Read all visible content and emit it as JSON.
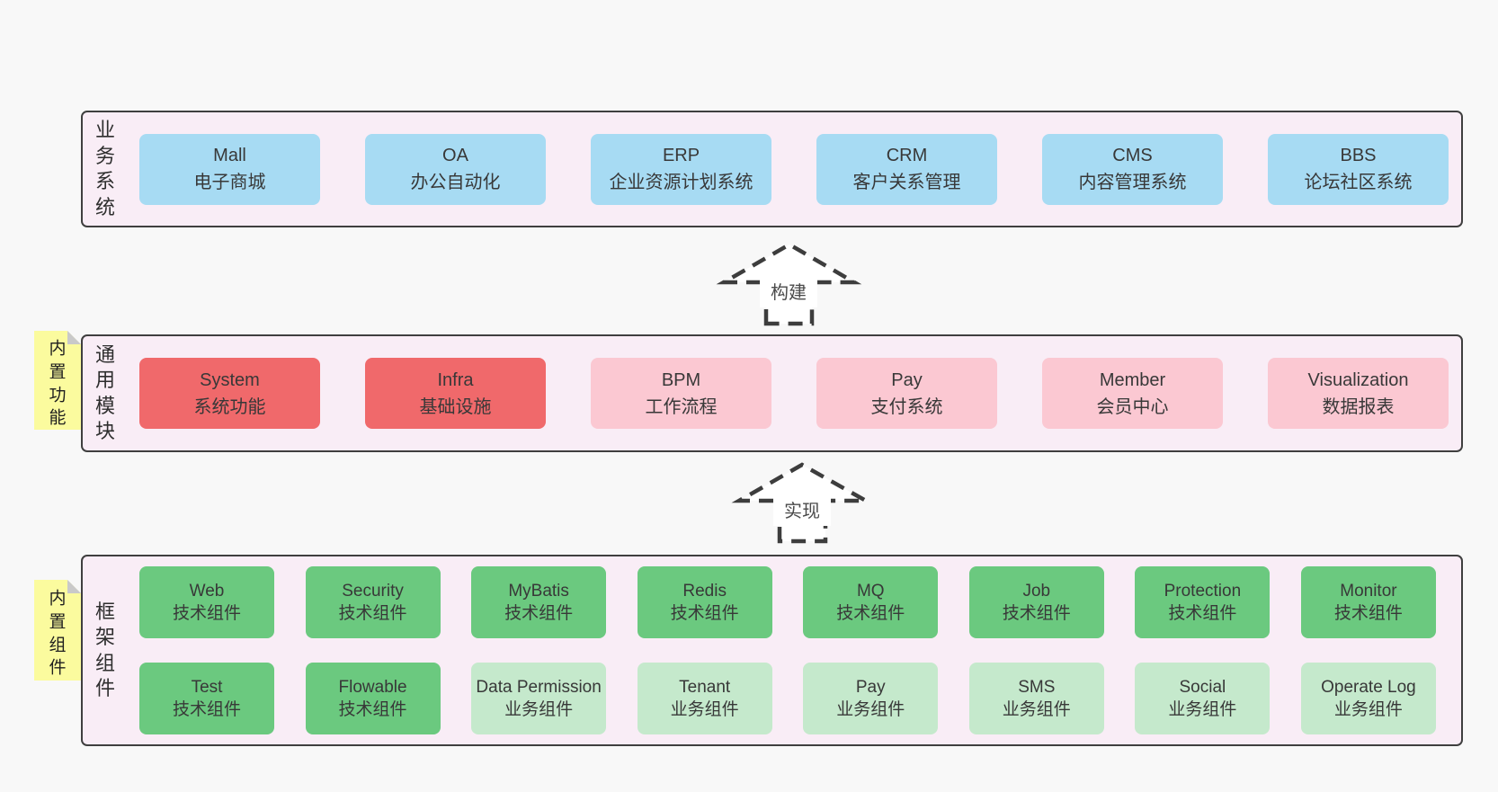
{
  "palette": {
    "page-bg": "#f8f8f8",
    "panel-bg": "#f9edf6",
    "panel-border": "#3f3f3f",
    "blue": "#a7dbf3",
    "red": "#f0696b",
    "pink": "#fbc8d2",
    "green": "#6bc97f",
    "lightgreen": "#c5e9cc",
    "sticky-bg": "#fbfb9e",
    "sticky-fold": "#c9c9c9",
    "text": "#383838",
    "arrow-stroke": "#3d3d3d"
  },
  "sections": [
    {
      "label": "业务系统",
      "rows": [
        [
          {
            "title": "Mall",
            "subtitle": "电子商城",
            "variant": "blue"
          },
          {
            "title": "OA",
            "subtitle": "办公自动化",
            "variant": "blue"
          },
          {
            "title": "ERP",
            "subtitle": "企业资源计划系统",
            "variant": "blue"
          },
          {
            "title": "CRM",
            "subtitle": "客户关系管理",
            "variant": "blue"
          },
          {
            "title": "CMS",
            "subtitle": "内容管理系统",
            "variant": "blue"
          },
          {
            "title": "BBS",
            "subtitle": "论坛社区系统",
            "variant": "blue"
          }
        ]
      ]
    },
    {
      "label": "通用模块",
      "sticky": "内置功能",
      "rows": [
        [
          {
            "title": "System",
            "subtitle": "系统功能",
            "variant": "red"
          },
          {
            "title": "Infra",
            "subtitle": "基础设施",
            "variant": "red"
          },
          {
            "title": "BPM",
            "subtitle": "工作流程",
            "variant": "pink"
          },
          {
            "title": "Pay",
            "subtitle": "支付系统",
            "variant": "pink"
          },
          {
            "title": "Member",
            "subtitle": "会员中心",
            "variant": "pink"
          },
          {
            "title": "Visualization",
            "subtitle": "数据报表",
            "variant": "pink"
          }
        ]
      ]
    },
    {
      "label": "框架组件",
      "sticky": "内置组件",
      "rows": [
        [
          {
            "title": "Web",
            "subtitle": "技术组件",
            "variant": "green"
          },
          {
            "title": "Security",
            "subtitle": "技术组件",
            "variant": "green"
          },
          {
            "title": "MyBatis",
            "subtitle": "技术组件",
            "variant": "green"
          },
          {
            "title": "Redis",
            "subtitle": "技术组件",
            "variant": "green"
          },
          {
            "title": "MQ",
            "subtitle": "技术组件",
            "variant": "green"
          },
          {
            "title": "Job",
            "subtitle": "技术组件",
            "variant": "green"
          },
          {
            "title": "Protection",
            "subtitle": "技术组件",
            "variant": "green"
          },
          {
            "title": "Monitor",
            "subtitle": "技术组件",
            "variant": "green"
          }
        ],
        [
          {
            "title": "Test",
            "subtitle": "技术组件",
            "variant": "green"
          },
          {
            "title": "Flowable",
            "subtitle": "技术组件",
            "variant": "green"
          },
          {
            "title": "Data Permission",
            "subtitle": "业务组件",
            "variant": "lightgreen"
          },
          {
            "title": "Tenant",
            "subtitle": "业务组件",
            "variant": "lightgreen"
          },
          {
            "title": "Pay",
            "subtitle": "业务组件",
            "variant": "lightgreen"
          },
          {
            "title": "SMS",
            "subtitle": "业务组件",
            "variant": "lightgreen"
          },
          {
            "title": "Social",
            "subtitle": "业务组件",
            "variant": "lightgreen"
          },
          {
            "title": "Operate Log",
            "subtitle": "业务组件",
            "variant": "lightgreen"
          }
        ]
      ]
    }
  ],
  "arrows": [
    {
      "label": "构建"
    },
    {
      "label": "实现"
    }
  ]
}
